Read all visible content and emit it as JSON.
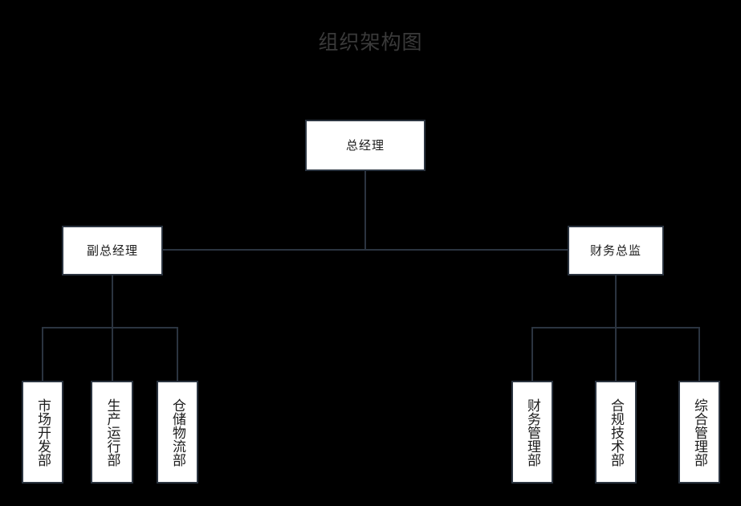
{
  "title": "组织架构图",
  "colors": {
    "background": "#000000",
    "node_fill": "#ffffff",
    "node_border": "#2b3440",
    "node_text": "#1c1c1c",
    "title_text": "#3a3a3a",
    "connector": "#2b3440"
  },
  "chart_data": {
    "type": "diagram",
    "diagram_type": "org-chart",
    "title": "组织架构图",
    "orientation": "top-down",
    "levels": 3,
    "nodes": [
      {
        "id": "n0",
        "label": "总经理",
        "level": 1,
        "parent": null
      },
      {
        "id": "n1",
        "label": "副总经理",
        "level": 2,
        "parent": "n0"
      },
      {
        "id": "n2",
        "label": "财务总监",
        "level": 2,
        "parent": "n0"
      },
      {
        "id": "n3",
        "label": "市场开发部",
        "level": 3,
        "parent": "n1"
      },
      {
        "id": "n4",
        "label": "生产运行部",
        "level": 3,
        "parent": "n1"
      },
      {
        "id": "n5",
        "label": "仓储物流部",
        "level": 3,
        "parent": "n1"
      },
      {
        "id": "n6",
        "label": "财务管理部",
        "level": 3,
        "parent": "n2"
      },
      {
        "id": "n7",
        "label": "合规技术部",
        "level": 3,
        "parent": "n2"
      },
      {
        "id": "n8",
        "label": "综合管理部",
        "level": 3,
        "parent": "n2"
      }
    ],
    "edges": [
      {
        "from": "n0",
        "to": "n1"
      },
      {
        "from": "n0",
        "to": "n2"
      },
      {
        "from": "n1",
        "to": "n3"
      },
      {
        "from": "n1",
        "to": "n4"
      },
      {
        "from": "n1",
        "to": "n5"
      },
      {
        "from": "n2",
        "to": "n6"
      },
      {
        "from": "n2",
        "to": "n7"
      },
      {
        "from": "n2",
        "to": "n8"
      }
    ]
  },
  "nodes": {
    "root": "总经理",
    "deputy_gm": "副总经理",
    "finance_director": "财务总监",
    "market_dev": "市场开发部",
    "production": "生产运行部",
    "warehouse": "仓储物流部",
    "finance_mgmt": "财务管理部",
    "compliance_tech": "合规技术部",
    "general_admin": "综合管理部"
  }
}
